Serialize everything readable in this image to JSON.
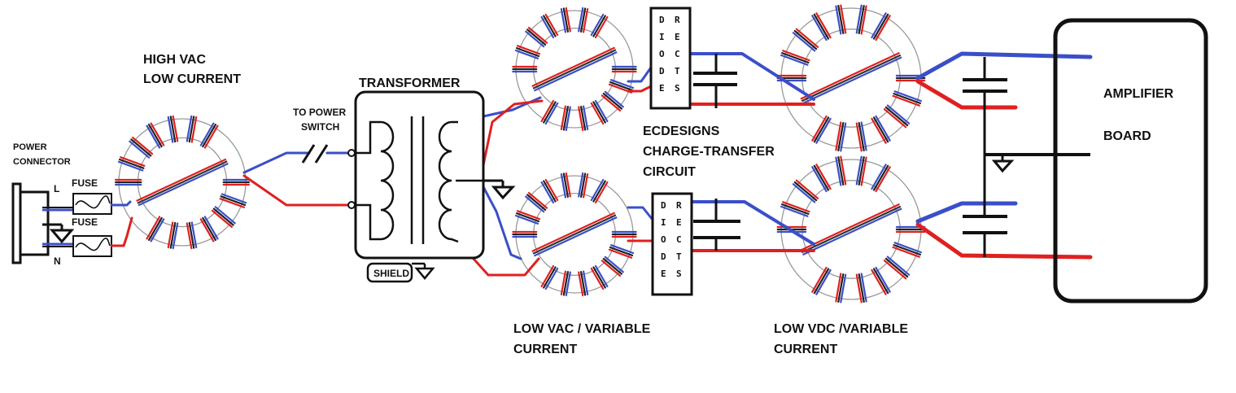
{
  "labels": {
    "high_vac": "HIGH VAC",
    "low_current": "LOW CURRENT",
    "transformer": "TRANSFORMER",
    "to_power": "TO POWER",
    "switch": "SWITCH",
    "power": "POWER",
    "connector": "CONNECTOR",
    "l": "L",
    "n": "N",
    "fuse_top": "FUSE",
    "fuse_bottom": "FUSE",
    "shield": "SHIELD",
    "ecdesigns": "ECDESIGNS",
    "charge_transfer": "CHARGE-TRANSFER",
    "circuit": "CIRCUIT",
    "low_vac": "LOW VAC / VARIABLE",
    "low_vac_current": "CURRENT",
    "low_vdc": "LOW VDC /VARIABLE",
    "low_vdc_current": "CURRENT",
    "amplifier": "AMPLIFIER",
    "board": "BOARD",
    "diode": "DIODE",
    "rects": "RECTS"
  },
  "colors": {
    "positive_wire": "#e02020",
    "negative_wire": "#3a4fc8",
    "line": "#111111"
  }
}
